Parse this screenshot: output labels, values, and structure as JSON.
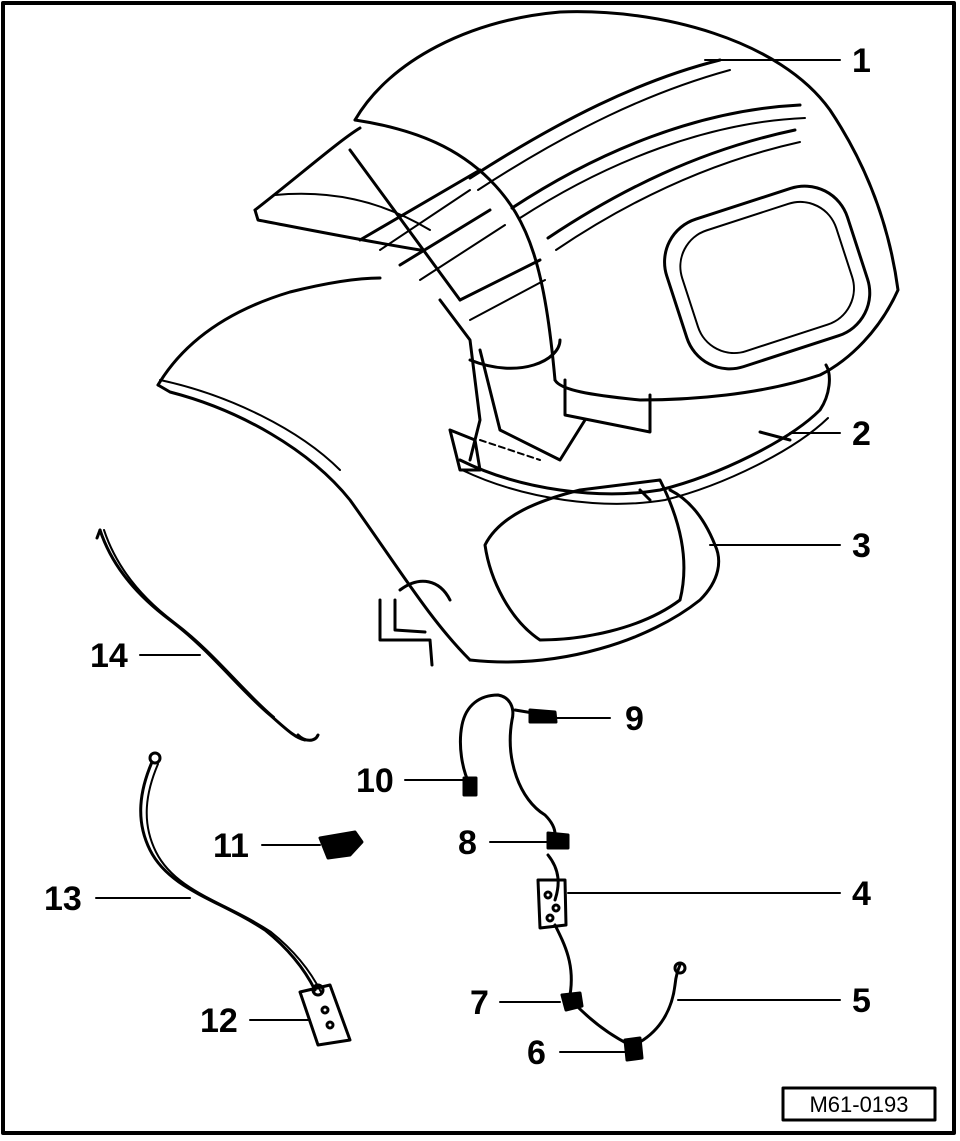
{
  "diagram": {
    "reference_code": "M61-0193",
    "callouts": [
      {
        "id": "1",
        "label": "1"
      },
      {
        "id": "2",
        "label": "2"
      },
      {
        "id": "3",
        "label": "3"
      },
      {
        "id": "4",
        "label": "4"
      },
      {
        "id": "5",
        "label": "5"
      },
      {
        "id": "6",
        "label": "6"
      },
      {
        "id": "7",
        "label": "7"
      },
      {
        "id": "8",
        "label": "8"
      },
      {
        "id": "9",
        "label": "9"
      },
      {
        "id": "10",
        "label": "10"
      },
      {
        "id": "11",
        "label": "11"
      },
      {
        "id": "12",
        "label": "12"
      },
      {
        "id": "13",
        "label": "13"
      },
      {
        "id": "14",
        "label": "14"
      }
    ]
  }
}
